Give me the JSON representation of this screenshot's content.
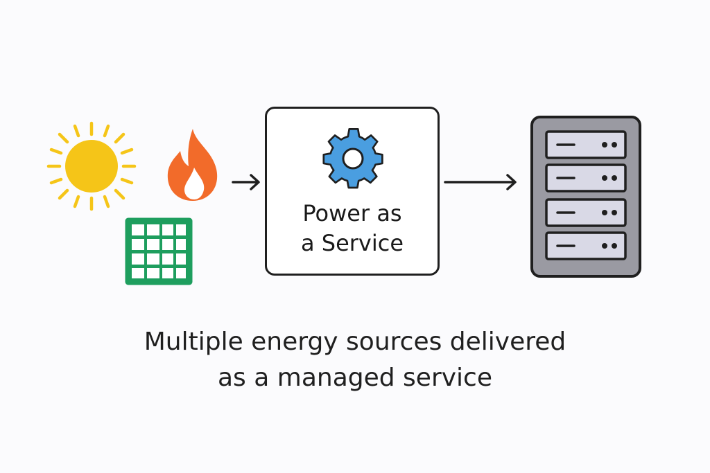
{
  "service_box": {
    "label_line1": "Power as",
    "label_line2": "a Service"
  },
  "caption": {
    "line1": "Multiple energy sources delivered",
    "line2": "as a managed service"
  },
  "icons": {
    "sources": [
      "sun-icon",
      "flame-icon",
      "solar-panel-icon"
    ],
    "service": "gear-icon",
    "target": "server-icon"
  },
  "colors": {
    "sun": "#f5c518",
    "flame": "#f26b2a",
    "flame_inner": "#ffffff",
    "solar_panel": "#1e9e5e",
    "gear": "#4a9ee0",
    "outline": "#1f1f1f",
    "server_frame": "#9a9aa2",
    "server_unit": "#d9d9e6"
  }
}
